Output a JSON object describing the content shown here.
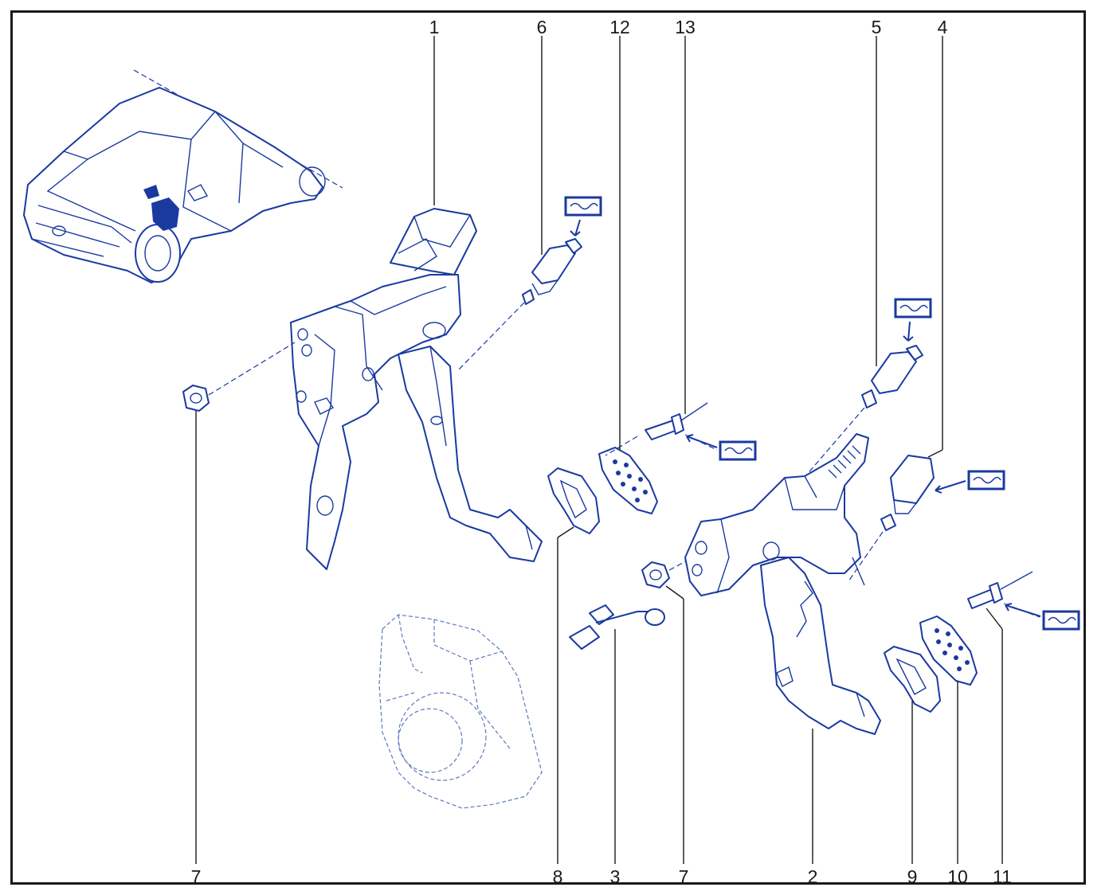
{
  "labels": {
    "top": [
      {
        "id": "part-1",
        "text": "1"
      },
      {
        "id": "part-6",
        "text": "6"
      },
      {
        "id": "part-12",
        "text": "12"
      },
      {
        "id": "part-13",
        "text": "13"
      },
      {
        "id": "part-5",
        "text": "5"
      },
      {
        "id": "part-4",
        "text": "4"
      }
    ],
    "bottom": [
      {
        "id": "part-7a",
        "text": "7"
      },
      {
        "id": "part-8",
        "text": "8"
      },
      {
        "id": "part-3",
        "text": "3"
      },
      {
        "id": "part-7b",
        "text": "7"
      },
      {
        "id": "part-2",
        "text": "2"
      },
      {
        "id": "part-9",
        "text": "9"
      },
      {
        "id": "part-10",
        "text": "10"
      },
      {
        "id": "part-11",
        "text": "11"
      }
    ]
  },
  "colors": {
    "line": "#1a3aa0",
    "frame": "#1a1a1a",
    "background": "#ffffff"
  },
  "symbols": [
    "torque-symbol",
    "torque-symbol",
    "torque-symbol",
    "torque-symbol",
    "torque-symbol"
  ]
}
